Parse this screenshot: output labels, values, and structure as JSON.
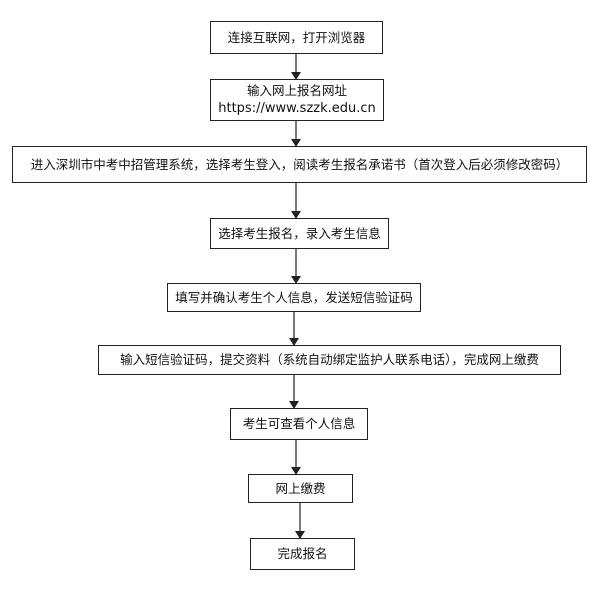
{
  "flowchart": {
    "steps": [
      {
        "lines": [
          "连接互联网，打开浏览器"
        ]
      },
      {
        "lines": [
          "输入网上报名网址",
          "https://www.szzk.edu.cn"
        ]
      },
      {
        "lines": [
          "进入深圳市中考中招管理系统，选择考生登入，阅读考生报名承诺书（首次登入后必须修改密码）"
        ]
      },
      {
        "lines": [
          "选择考生报名，录入考生信息"
        ]
      },
      {
        "lines": [
          "填写并确认考生个人信息，发送短信验证码"
        ]
      },
      {
        "lines": [
          "输入短信验证码，提交资料（系统自动绑定监护人联系电话），完成网上缴费"
        ]
      },
      {
        "lines": [
          "考生可查看个人信息"
        ]
      },
      {
        "lines": [
          "网上缴费"
        ]
      },
      {
        "lines": [
          "完成报名"
        ]
      }
    ]
  }
}
